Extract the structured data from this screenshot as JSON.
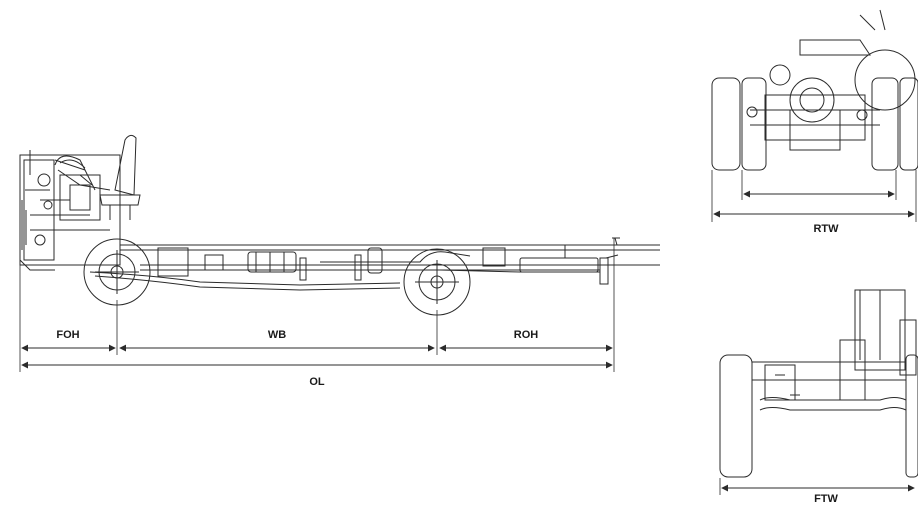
{
  "dimensions": {
    "front_overhang": "FOH",
    "wheelbase": "WB",
    "rear_overhang": "ROH",
    "overall_length": "OL",
    "rear_track_width": "RTW",
    "front_track_width": "FTW"
  },
  "colors": {
    "line": "#2b2b2b",
    "background": "#ffffff",
    "text": "#1a1a1a"
  }
}
